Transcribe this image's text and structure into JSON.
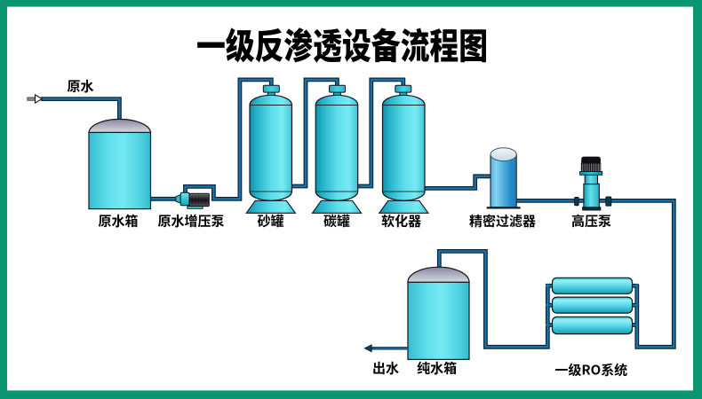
{
  "title": "一级反渗透设备流程图",
  "flow_labels": {
    "inlet": "原水",
    "outlet": "出水"
  },
  "equipment_labels": {
    "raw_water_tank": "原水箱",
    "booster_pump": "原水增压泵",
    "sand_filter": "砂罐",
    "carbon_filter": "碳罐",
    "softener": "软化器",
    "precision_filter": "精密过滤器",
    "high_pressure_pump": "高压泵",
    "ro_system": "一级RO系统",
    "pure_water_tank": "纯水箱"
  },
  "colors": {
    "frame_green": "#0A9671",
    "background": "#FFFFFF",
    "pipe_core": "#1A72A9",
    "pipe_casing": "#0C2433",
    "vessel_cyan_light": "#6FE7F1",
    "vessel_cyan_dark": "#0E9FB7",
    "tank_dome_gray": "#B9B9C8",
    "filter_blue": "#2489C6",
    "text": "#000000"
  }
}
